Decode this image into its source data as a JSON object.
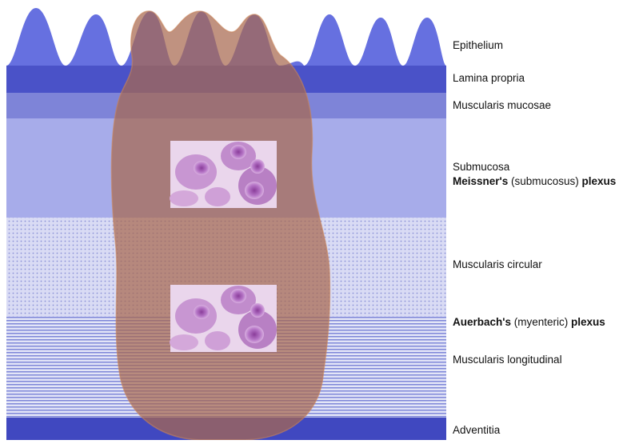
{
  "labels": {
    "epithelium": "Epithelium",
    "lamina_propria": "Lamina propria",
    "muscularis_mucosae": "Muscularis mucosae",
    "submucosa": "Submucosa",
    "meissner": {
      "part1": "Meissner's",
      "part2": " (submucosus) ",
      "part3": "plexus"
    },
    "muscularis_circular": "Muscularis circular",
    "auerbach": {
      "part1": "Auerbach's",
      "part2": " (myenteric) ",
      "part3": "plexus"
    },
    "muscularis_longitudinal": "Muscularis longitudinal",
    "adventitia": "Adventitia"
  },
  "colors": {
    "epithelium": "#6670e0",
    "lamina_propria": "#4a52c8",
    "muscularis_mucosae": "#7e84d8",
    "submucosa": "#a7acea",
    "circular_dots": "#8a90d6",
    "longitudinal_lines": "#7e86d8",
    "adventitia": "#4048c0",
    "nerve_overlay": "#a8684f",
    "histology_bg": "#e8d6ea"
  },
  "icons": {
    "nerve": "nerve-fiber-overlay",
    "histology": "histology-micrograph"
  }
}
